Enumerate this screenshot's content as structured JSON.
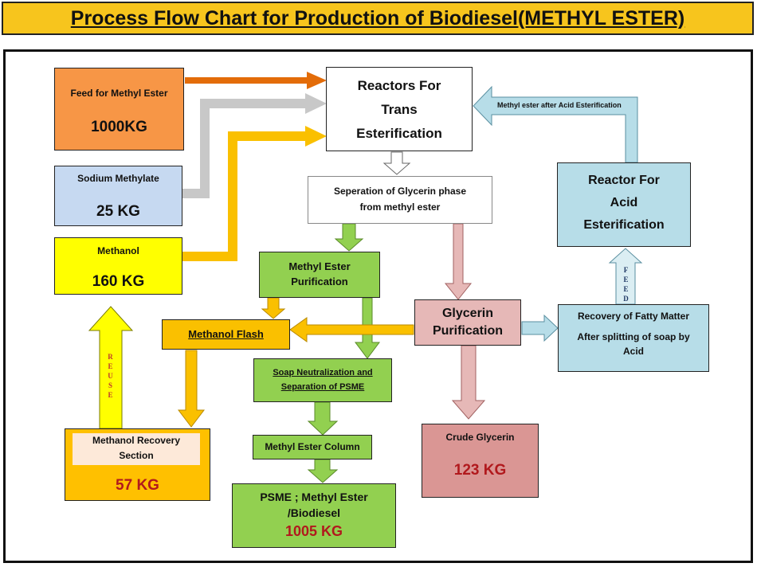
{
  "title_main": "Process Flow Chart for Production of Biodiesel",
  "title_suffix": "(METHYL ESTER)",
  "boxes": {
    "feed": {
      "label": "Feed for Methyl Ester",
      "value": "1000KG"
    },
    "sodium": {
      "label": "Sodium Methylate",
      "value": "25 KG"
    },
    "methanol": {
      "label": "Methanol",
      "value": "160 KG"
    },
    "reactors": {
      "line1": "Reactors For",
      "line2": "Trans",
      "line3": "Esterification"
    },
    "separation": {
      "line1": "Seperation of Glycerin phase",
      "line2": "from methyl ester"
    },
    "purification": {
      "line1": "Methyl Ester",
      "line2": "Purification"
    },
    "flash": {
      "label": "Methanol Flash"
    },
    "glycerin_pur": {
      "line1": "Glycerin",
      "line2": "Purification"
    },
    "recovery_fatty": {
      "line1": "Recovery of Fatty Matter",
      "line2": "After splitting of soap by",
      "line3": "Acid"
    },
    "acid_reactor": {
      "line1": "Reactor For",
      "line2": "Acid",
      "line3": "Esterification"
    },
    "soap": {
      "line1": "Soap Neutralization and",
      "line2": "Separation  of PSME"
    },
    "column": {
      "label": "Methyl Ester Column"
    },
    "psme": {
      "line1": "PSME ; Methyl Ester",
      "line2": "/Biodiesel",
      "value": "1005 KG"
    },
    "crude": {
      "label": "Crude Glycerin",
      "value": "123 KG"
    },
    "meth_recovery": {
      "line1": "Methanol Recovery",
      "line2": "Section",
      "value": "57 KG"
    }
  },
  "arrow_labels": {
    "acid_return": "Methyl ester after Acid Esterification",
    "reuse": "REUSE",
    "feed": "FEED"
  },
  "colors": {
    "title_bg": "#f7c51d",
    "feed": "#f79646",
    "sodium": "#c6d9f1",
    "methanol": "#ffff00",
    "green": "#92d050",
    "orange_flow": "#fac000",
    "pink": "#e6b8b7",
    "light_blue": "#b7dde8",
    "crude": "#da9694",
    "meth_recovery": "#ffc000"
  }
}
